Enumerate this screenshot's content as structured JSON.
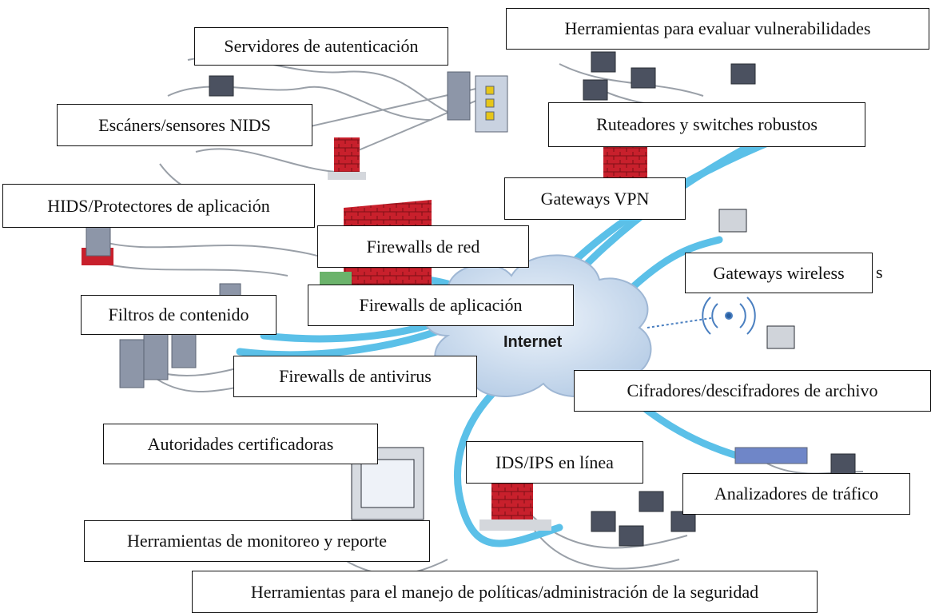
{
  "cloud": {
    "label": "Internet"
  },
  "labels": {
    "servidores": "Servidores de autenticación",
    "herramientas_vuln": "Herramientas para evaluar vulnerabilidades",
    "escaneres": "Escáners/sensores NIDS",
    "ruteadores": "Ruteadores y switches robustos",
    "hids": "HIDS/Protectores de aplicación",
    "gateways_vpn": "Gateways VPN",
    "firewalls_red": "Firewalls de red",
    "gateways_wireless": "Gateways wireless",
    "filtros": "Filtros de contenido",
    "firewalls_aplicacion": "Firewalls de aplicación",
    "firewalls_antivirus": "Firewalls de antivirus",
    "cifradores": "Cifradores/descifradores de archivo",
    "autoridades": "Autoridades certificadoras",
    "ids_ips": "IDS/IPS en línea",
    "analizadores": "Analizadores de tráfico",
    "monitoreo": "Herramientas de monitoreo y reporte",
    "politicas": "Herramientas para el manejo de políticas/administración de la seguridad"
  },
  "colors": {
    "link": "#5bc0e8",
    "firewall": "#c8202c",
    "cloud": "#c9dcef",
    "device": "#8d96a8"
  }
}
